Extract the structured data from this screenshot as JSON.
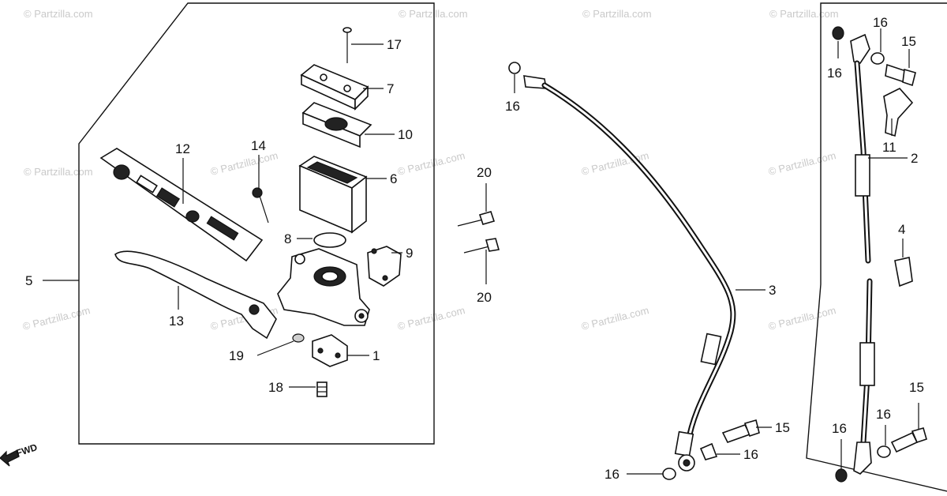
{
  "watermark": "© Partzilla.com",
  "direction_label": "FWD",
  "callouts": [
    {
      "id": "c17",
      "label": "17"
    },
    {
      "id": "c7",
      "label": "7"
    },
    {
      "id": "c10",
      "label": "10"
    },
    {
      "id": "c12",
      "label": "12"
    },
    {
      "id": "c14",
      "label": "14"
    },
    {
      "id": "c6",
      "label": "6"
    },
    {
      "id": "c8",
      "label": "8"
    },
    {
      "id": "c9",
      "label": "9"
    },
    {
      "id": "c5",
      "label": "5"
    },
    {
      "id": "c13",
      "label": "13"
    },
    {
      "id": "c19",
      "label": "19"
    },
    {
      "id": "c1",
      "label": "1"
    },
    {
      "id": "c18",
      "label": "18"
    },
    {
      "id": "c20a",
      "label": "20"
    },
    {
      "id": "c20b",
      "label": "20"
    },
    {
      "id": "c16a",
      "label": "16"
    },
    {
      "id": "c3",
      "label": "3"
    },
    {
      "id": "c15a",
      "label": "15"
    },
    {
      "id": "c16b",
      "label": "16"
    },
    {
      "id": "c16c",
      "label": "16"
    },
    {
      "id": "c16d",
      "label": "16"
    },
    {
      "id": "c16e",
      "label": "16"
    },
    {
      "id": "c15b",
      "label": "15"
    },
    {
      "id": "c11",
      "label": "11"
    },
    {
      "id": "c2",
      "label": "2"
    },
    {
      "id": "c4",
      "label": "4"
    },
    {
      "id": "c15c",
      "label": "15"
    },
    {
      "id": "c16f",
      "label": "16"
    },
    {
      "id": "c16g",
      "label": "16"
    }
  ]
}
